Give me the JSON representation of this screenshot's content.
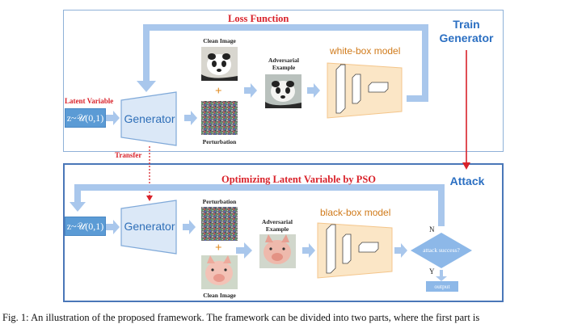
{
  "top": {
    "loss_label": "Loss Function",
    "train_label": "Train Generator",
    "latent_label": "Latent Variable",
    "z_text": "z~𝒰(0,1)",
    "generator_label": "Generator",
    "clean_image_label": "Clean Image",
    "perturbation_label": "Perturbation",
    "adversarial_label": "Adversarial Example",
    "model_label": "white-box model",
    "plus": "+"
  },
  "transfer_label": "Transfer",
  "bottom": {
    "pso_label": "Optimizing Latent Variable by PSO",
    "attack_label": "Attack",
    "z_text": "z~𝒰(0,1)",
    "generator_label": "Generator",
    "perturbation_label": "Perturbation",
    "clean_image_label": "Clean Image",
    "adversarial_label": "Adversarial Example",
    "model_label": "black-box model",
    "decision_label": "attack success?",
    "no_label": "N",
    "yes_label": "Y",
    "output_label": "output",
    "plus": "+"
  },
  "caption": "Fig. 1: An illustration of the proposed framework. The framework can be divided into two parts, where the first part is",
  "colors": {
    "arrow_blue": "#a9c7ec",
    "red": "#d9222a",
    "generator_fill": "#dbe8f7",
    "model_fill": "#fbe6c6",
    "model_edge": "#f4c68c"
  }
}
